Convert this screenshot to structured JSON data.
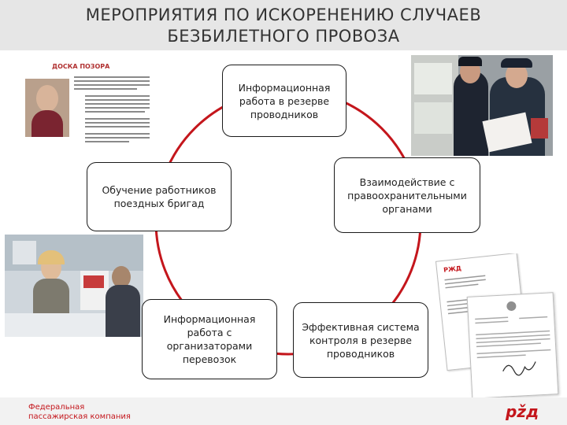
{
  "title": {
    "line1": "МЕРОПРИЯТИЯ ПО ИСКОРЕНЕНИЮ СЛУЧАЕВ",
    "line2": "БЕЗБИЛЕТНОГО ПРОВОЗА"
  },
  "nodes": {
    "top": "Информационная работа в резерве проводников",
    "left": "Обучение работников поездных бригад",
    "right": "Взаимодействие с правоохранительными органами",
    "bottom_left": "Информационная работа с организаторами перевозок",
    "bottom_right": "Эффективная система контроля в резерве проводников"
  },
  "board": {
    "heading": "ДОСКА ПОЗОРА"
  },
  "footer": {
    "line1": "Федеральная",
    "line2": "пассажирская компания",
    "brand_color": "#c4161c"
  },
  "colors": {
    "circle": "#c4161c",
    "node_border": "#1a1a1a",
    "title_bg": "#e6e6e6"
  }
}
